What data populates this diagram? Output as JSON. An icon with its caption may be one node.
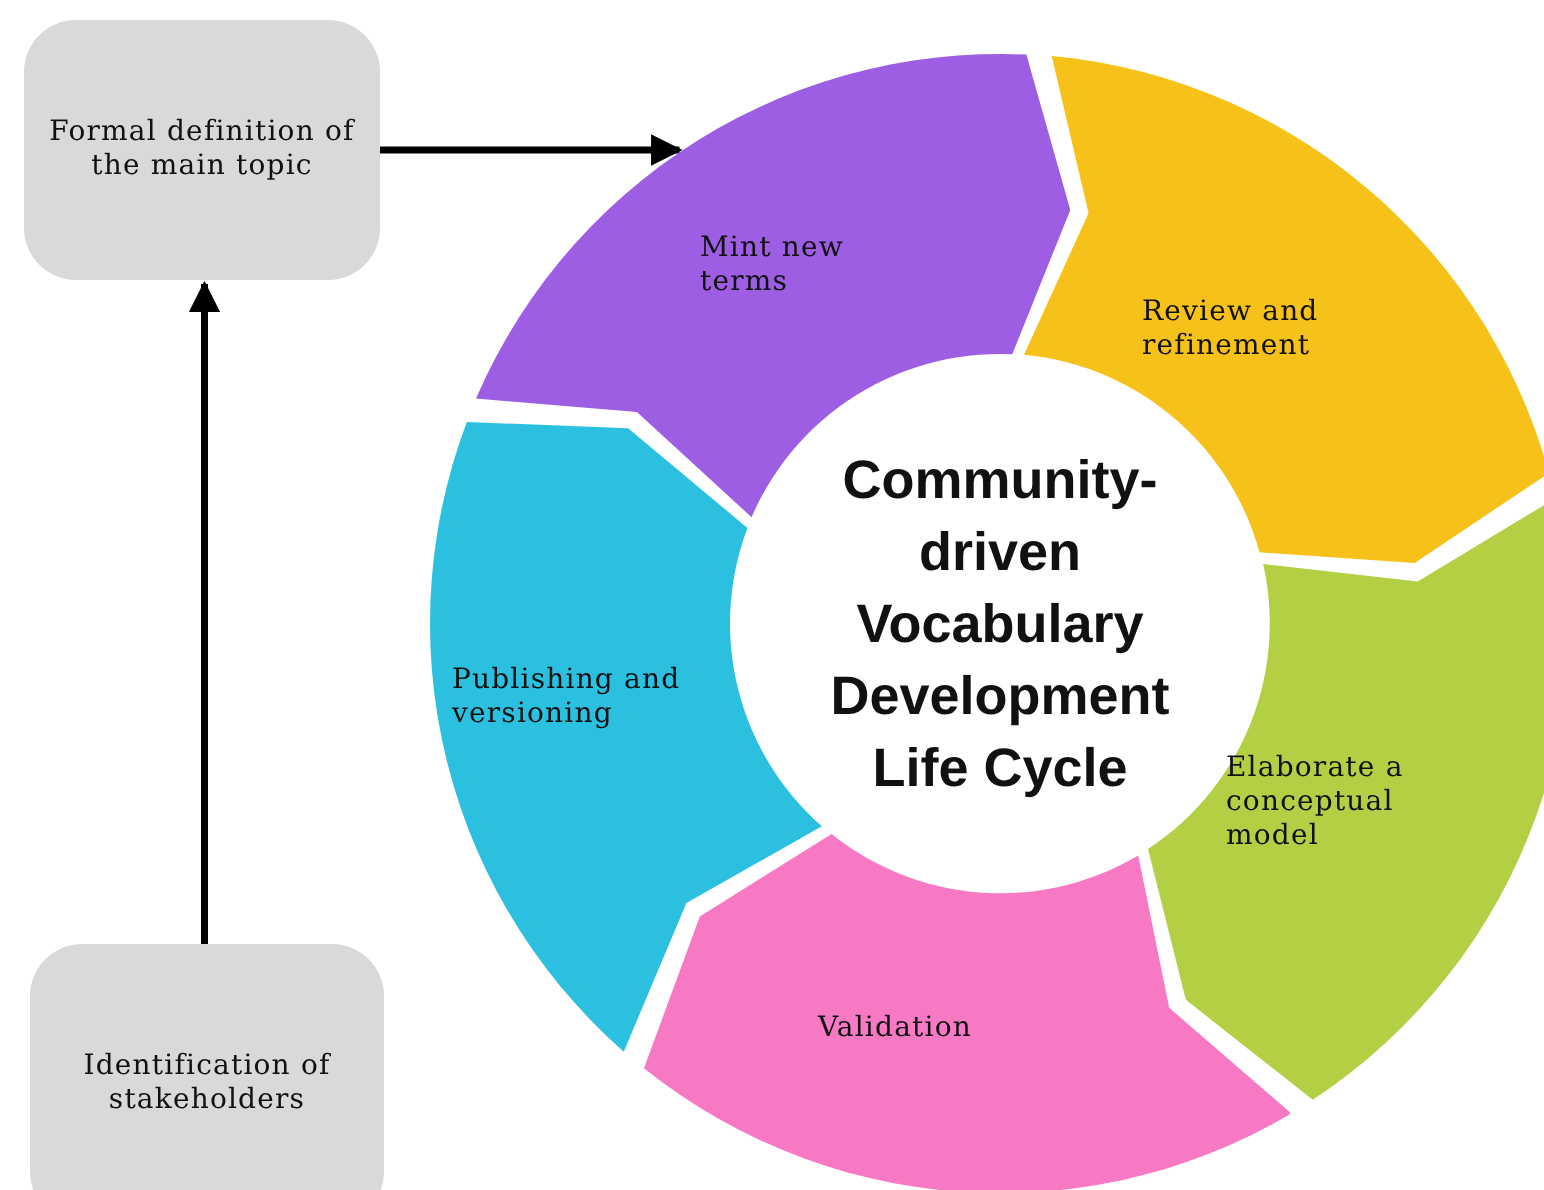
{
  "diagram": {
    "nodes": [
      {
        "text": [
          "Formal definition of the main topic"
        ]
      },
      {
        "text": [
          "Identification of stakeholders"
        ]
      },
      {
        "text": [
          "Community-driven Vocabulary Development Life Cycle"
        ]
      },
      {
        "text": [
          "Mint new terms"
        ]
      },
      {
        "text": [
          "Review and refinement"
        ]
      },
      {
        "text": [
          "Elaborate a conceptual model"
        ]
      },
      {
        "text": [
          "Validation"
        ]
      },
      {
        "text": [
          "Publishing and versioning"
        ]
      }
    ],
    "edges": [
      {
        "from": 1,
        "to": 0,
        "arrow": "to"
      },
      {
        "from": 0,
        "to": 3,
        "arrow": "to"
      }
    ]
  }
}
